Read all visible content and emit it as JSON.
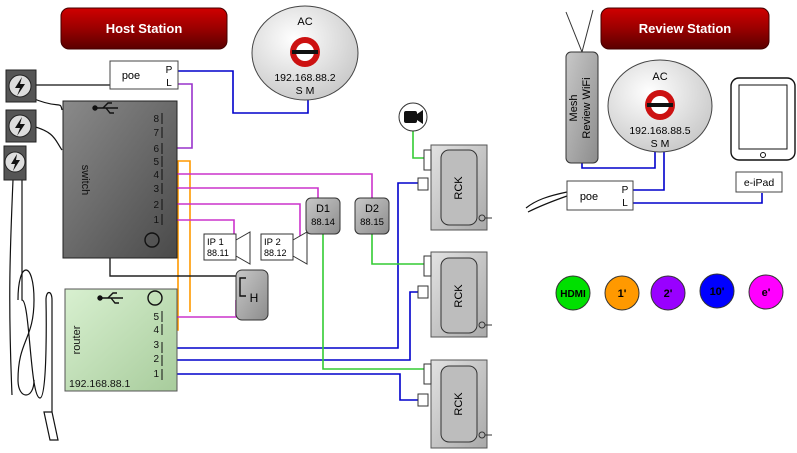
{
  "stations": {
    "host": "Host Station",
    "review": "Review Station"
  },
  "ac_host": {
    "label": "AC",
    "ip": "192.168.88.2",
    "ports": "S M"
  },
  "ac_review": {
    "label": "AC",
    "ip": "192.168.88.5",
    "ports": "S M"
  },
  "poe": {
    "label": "poe",
    "p": "P",
    "l": "L"
  },
  "poe_review": {
    "label": "poe",
    "p": "P",
    "l": "L"
  },
  "switch": {
    "label": "switch",
    "ports": [
      "8",
      "7",
      "6",
      "5",
      "4",
      "3",
      "2",
      "1"
    ]
  },
  "router": {
    "label": "router",
    "ip": "192.168.88.1",
    "ports": [
      "5",
      "4",
      "3",
      "2",
      "1"
    ]
  },
  "hub": {
    "label": "H"
  },
  "displays": [
    {
      "label": "D1",
      "ip": "88.14"
    },
    {
      "label": "D2",
      "ip": "88.15"
    }
  ],
  "ip_cameras": [
    {
      "label": "IP 1",
      "ip": "88.11"
    },
    {
      "label": "IP 2",
      "ip": "88.12"
    }
  ],
  "racks": [
    "RCK",
    "RCK",
    "RCK"
  ],
  "mesh": {
    "line1": "Mesh",
    "line2": "Review WiFi"
  },
  "ipad": {
    "label": "e-iPad"
  },
  "legend": [
    {
      "label": "HDMI",
      "color": "#00e000"
    },
    {
      "label": "1'",
      "color": "#ff9900"
    },
    {
      "label": "2'",
      "color": "#9900ff"
    },
    {
      "label": "10'",
      "color": "#0000ff"
    },
    {
      "label": "e'",
      "color": "#ff00ff"
    }
  ],
  "colors": {
    "station_red": "#9a0000",
    "blue": "#0000cc",
    "purple": "#9933cc",
    "orange": "#ff9900",
    "green": "#33cc33",
    "magenta": "#cc33cc"
  }
}
